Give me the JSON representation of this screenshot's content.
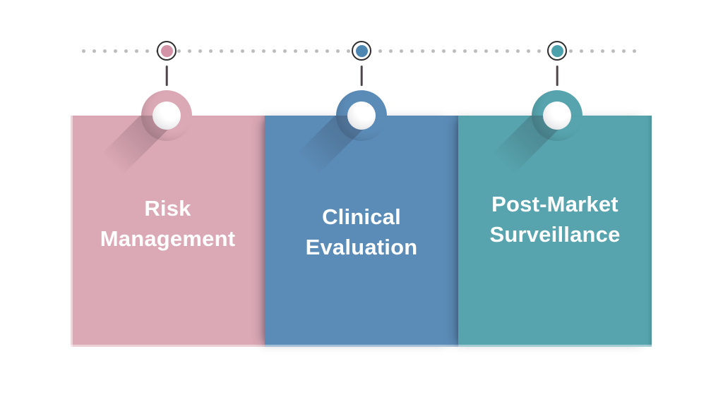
{
  "timeline": {
    "dot_color": "#bdbdbd",
    "ring_color": "#2e2e2e",
    "stem_color": "#4e4449",
    "markers": [
      {
        "name": "risk-management",
        "color": "#d492a6"
      },
      {
        "name": "clinical-evaluation",
        "color": "#4d87b1"
      },
      {
        "name": "post-market-surveillance",
        "color": "#4aa0ab"
      }
    ]
  },
  "cards": [
    {
      "line1": "Risk",
      "line2": "Management",
      "color": "#dba8b5",
      "text_color": "#ffffff"
    },
    {
      "line1": "Clinical",
      "line2": "Evaluation",
      "color": "#5b8cb7",
      "text_color": "#ffffff"
    },
    {
      "line1": "Post-Market",
      "line2": "Surveillance",
      "color": "#57a4ae",
      "text_color": "#ffffff"
    }
  ]
}
